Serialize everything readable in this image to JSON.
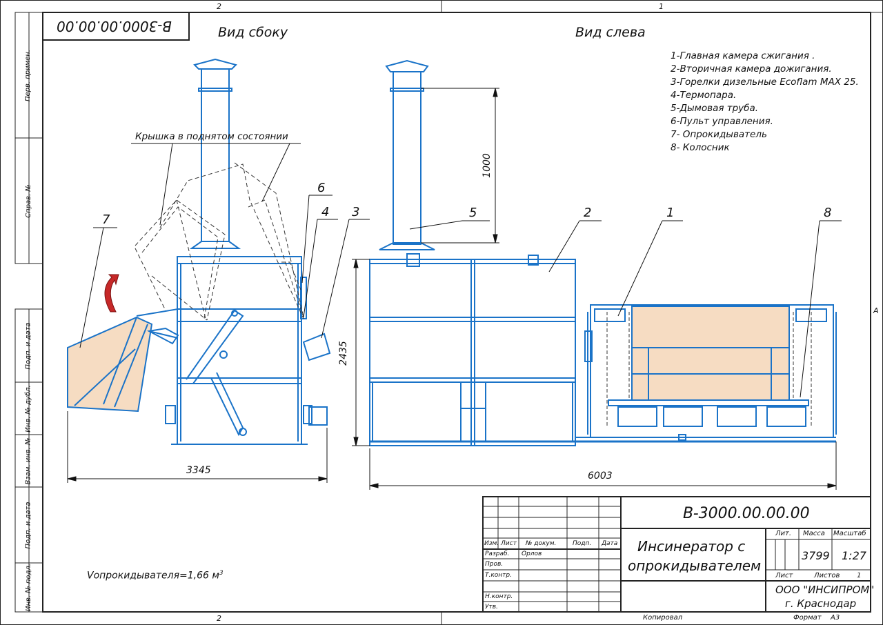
{
  "sheet": {
    "zone_top_left": "2",
    "zone_top_right": "1",
    "zone_bottom": "2",
    "zone_right": "A",
    "code_box": "B-3000.00.00.00"
  },
  "side_strip": [
    "Перв. примен.",
    "Справ. №",
    "Подп. и дата",
    "Инв. № дубл.",
    "Взам. инв. №",
    "Подп. и дата",
    "Инв. № подл."
  ],
  "views": {
    "side_title": "Вид сбоку",
    "left_title": "Вид слева",
    "lid_note": "Крышка в поднятом состоянии"
  },
  "legend": [
    "1-Главная камера сжигания .",
    "2-Вторичная камера дожигания.",
    "3-Горелки дизельные Ecoflam MAX 25.",
    "4-Термопара.",
    "5-Дымовая труба.",
    "6-Пульт управления.",
    "7- Опрокидыватель",
    "8- Колосник"
  ],
  "callouts": {
    "c7": "7",
    "c6": "6",
    "c4": "4",
    "c3": "3",
    "c5": "5",
    "c2": "2",
    "c1": "1",
    "c8": "8"
  },
  "dimensions": {
    "width_side": "3345",
    "width_left": "6003",
    "height": "2435",
    "chimney": "1000"
  },
  "volume_note": "Vопрокидывателя=1,66 м",
  "volume_exp": "3",
  "title_block": {
    "code": "B-3000.00.00.00",
    "name_line1": "Инсинератор с",
    "name_line2": "опрокидывателем",
    "hdr_izm": "Изм.",
    "hdr_list": "Лист",
    "hdr_docum": "№ докум.",
    "hdr_podp": "Подп.",
    "hdr_data": "Дата",
    "row_razrab": "Разраб.",
    "razrab_name": "Орлов",
    "row_prov": "Пров.",
    "row_tkontr": "Т.контр.",
    "row_nkontr": "Н.контр.",
    "row_utv": "Утв.",
    "lit": "Лит.",
    "massa": "Масса",
    "masshtab": "Масштаб",
    "mass_value": "3799",
    "scale_value": "1:27",
    "list_label": "Лист",
    "listov_label": "Листов",
    "listov_value": "1",
    "company_line1": "ООО \"ИНСИПРОМ\"",
    "company_line2": "г. Краснодар",
    "kopiroval": "Копировал",
    "format_label": "Формат",
    "format_value": "А3"
  },
  "colors": {
    "line": "#1a73c8",
    "fill": "#f6dcc2",
    "arrow": "#c62828",
    "ink": "#111111"
  }
}
